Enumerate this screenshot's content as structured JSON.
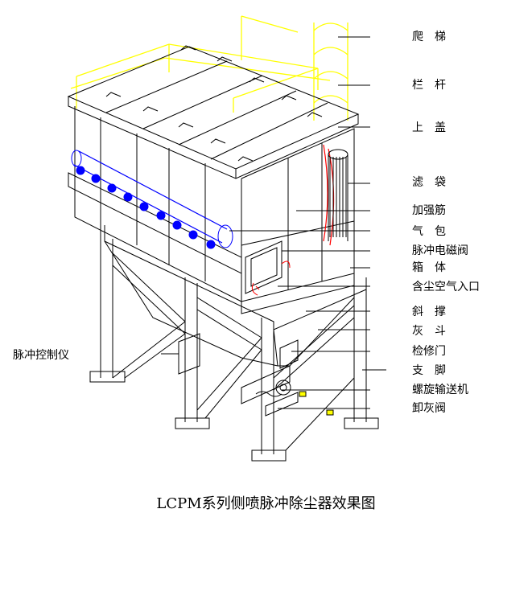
{
  "caption": "LCPM系列侧喷脉冲除尘器效果图",
  "left_label": "脉冲控制仪",
  "labels": [
    "爬　梯",
    "栏　杆",
    "上　盖",
    "滤　袋",
    "加强筋",
    "气　包",
    "脉冲电磁阀",
    "箱　体",
    "含尘空气入口",
    "斜　撑",
    "灰　斗",
    "检修门",
    "支　脚",
    "螺旋输送机",
    "卸灰阀"
  ],
  "colors": {
    "structure": "#000000",
    "ladder_railing": "#ffff00",
    "header_valves": "#0000ff",
    "filter_bag": "#ff0000",
    "arrows": "#ff0000"
  }
}
